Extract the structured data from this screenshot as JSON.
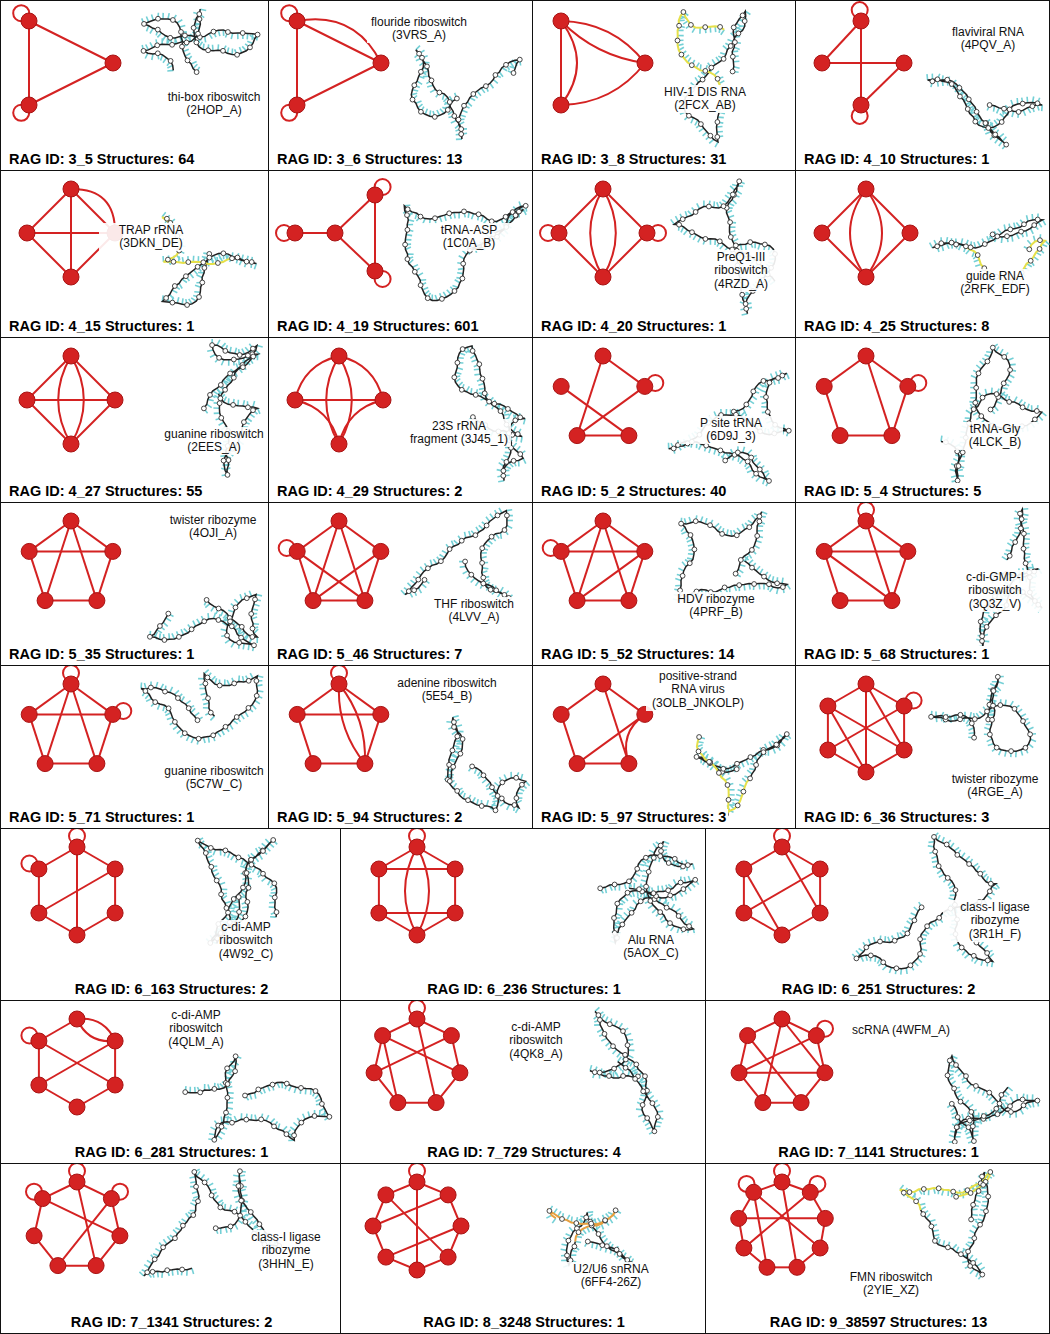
{
  "diagram": {
    "nodes": [
      {
        "text": [
          "thi-box riboswitch (2HOP_A)",
          "RAG ID: 3_5 Structures: 64"
        ]
      },
      {
        "text": [
          "flouride riboswitch (3VRS_A)",
          "RAG ID: 3_6 Structures: 13"
        ]
      },
      {
        "text": [
          "HIV-1 DIS RNA (2FCX_AB)",
          "RAG ID: 3_8 Structures: 31"
        ]
      },
      {
        "text": [
          "flaviviral RNA (4PQV_A)",
          "RAG ID: 4_10 Structures: 1"
        ]
      },
      {
        "text": [
          "TRAP rRNA (3DKN_DE)",
          "RAG ID: 4_15 Structures: 1"
        ]
      },
      {
        "text": [
          "tRNA-ASP (1C0A_B)",
          "RAG ID: 4_19 Structures: 601"
        ]
      },
      {
        "text": [
          "PreQ1-III riboswitch (4RZD_A)",
          "RAG ID: 4_20 Structures: 1"
        ]
      },
      {
        "text": [
          "guide RNA (2RFK_EDF)",
          "RAG ID: 4_25 Structures: 8"
        ]
      },
      {
        "text": [
          "guanine riboswitch (2EES_A)",
          "RAG ID: 4_27 Structures: 55"
        ]
      },
      {
        "text": [
          "23S rRNA fragment (3J45_1)",
          "RAG ID: 4_29 Structures: 2"
        ]
      },
      {
        "text": [
          "P site tRNA (6D9J_3)",
          "RAG ID: 5_2 Structures: 40"
        ]
      },
      {
        "text": [
          "tRNA-Gly (4LCK_B)",
          "RAG ID: 5_4 Structures: 5"
        ]
      },
      {
        "text": [
          "twister ribozyme (4OJI_A)",
          "RAG ID: 5_35 Structures: 1"
        ]
      },
      {
        "text": [
          "THF riboswitch (4LVV_A)",
          "RAG ID: 5_46 Structures: 7"
        ]
      },
      {
        "text": [
          "HDV ribozyme (4PRF_B)",
          "RAG ID: 5_52 Structures: 14"
        ]
      },
      {
        "text": [
          "c-di-GMP-I riboswitch (3Q3Z_V)",
          "RAG ID: 5_68 Structures: 1"
        ]
      },
      {
        "text": [
          "guanine riboswitch (5C7W_C)",
          "RAG ID: 5_71 Structures: 1"
        ]
      },
      {
        "text": [
          "adenine riboswitch (5E54_B)",
          "RAG ID: 5_94 Structures: 2"
        ]
      },
      {
        "text": [
          "positive-strand RNA virus (3OLB_JNKOLP)",
          "RAG ID: 5_97 Structures: 3"
        ]
      },
      {
        "text": [
          "twister ribozyme (4RGE_A)",
          "RAG ID: 6_36 Structures: 3"
        ]
      },
      {
        "text": [
          "c-di-AMP riboswitch (4W92_C)",
          "RAG ID: 6_163 Structures: 2"
        ]
      },
      {
        "text": [
          "Alu RNA (5AOX_C)",
          "RAG ID: 6_236 Structures: 1"
        ]
      },
      {
        "text": [
          "class-I ligase ribozyme (3R1H_F)",
          "RAG ID: 6_251 Structures: 2"
        ]
      },
      {
        "text": [
          "c-di-AMP riboswitch (4QLM_A)",
          "RAG ID: 6_281 Structures: 1"
        ]
      },
      {
        "text": [
          "c-di-AMP riboswitch (4QK8_A)",
          "RAG ID: 7_729 Structures: 4"
        ]
      },
      {
        "text": [
          "scRNA (4WFM_A)",
          "RAG ID: 7_1141 Structures: 1"
        ]
      },
      {
        "text": [
          "class-I ligase ribozyme (3HHN_E)",
          "RAG ID: 7_1341 Structures: 2"
        ]
      },
      {
        "text": [
          "U2/U6 snRNA (6FF4-26Z)",
          "RAG ID: 8_3248 Structures: 1"
        ]
      },
      {
        "text": [
          "FMN riboswitch (2YIE_XZ)",
          "RAG ID: 9_38597 Structures: 13"
        ]
      }
    ]
  }
}
